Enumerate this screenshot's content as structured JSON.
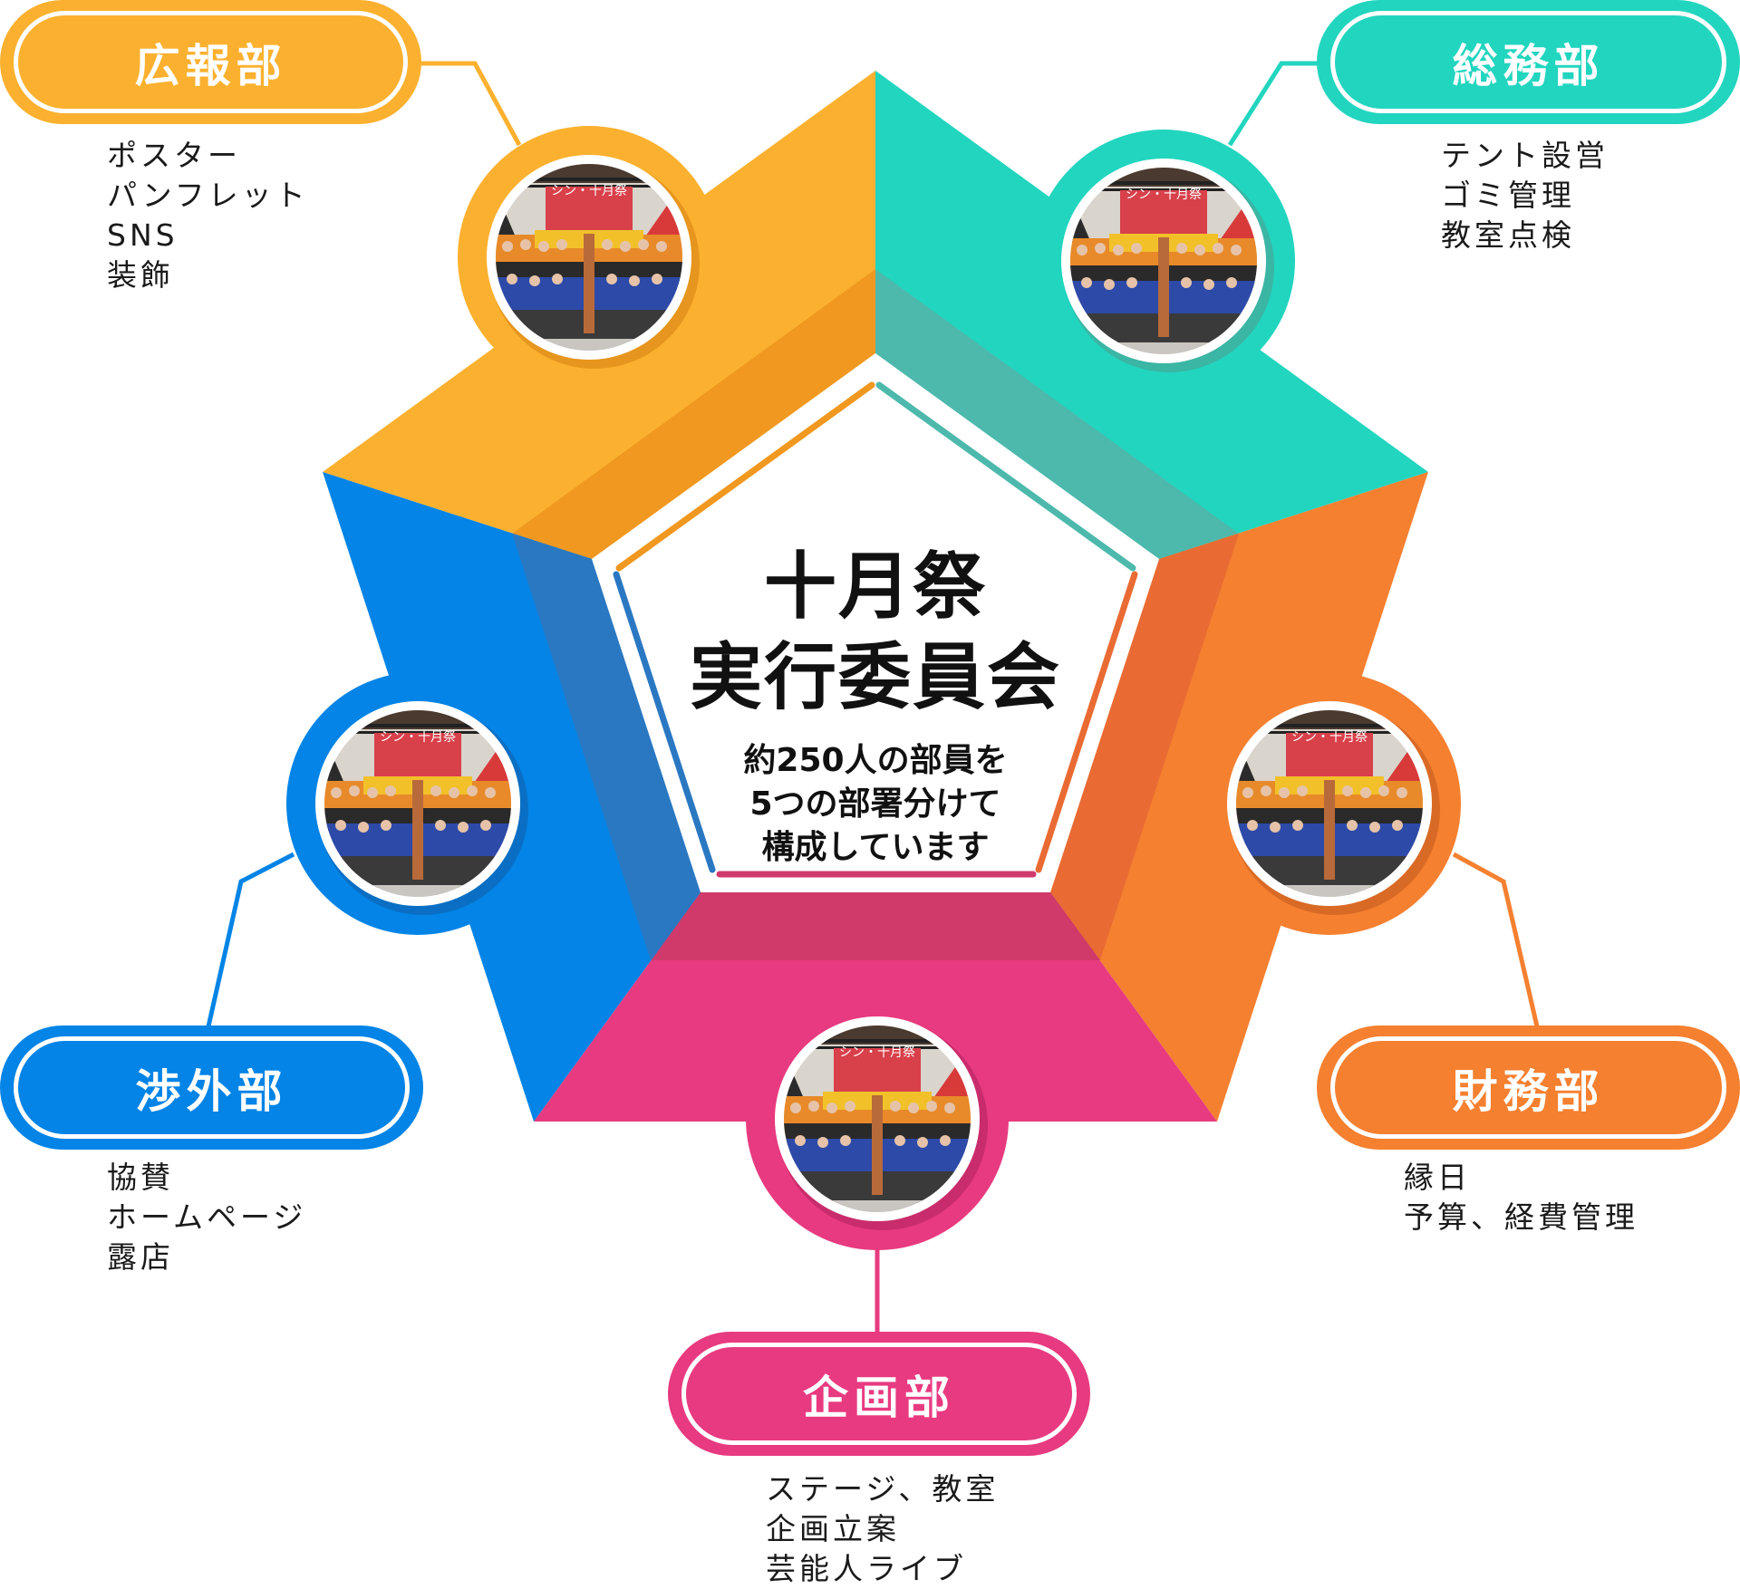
{
  "center": {
    "title_line1": "十月祭",
    "title_line2": "実行委員会",
    "subtitle_lines": [
      "約250人の部員を",
      "5つの部署分けて",
      "構成しています"
    ]
  },
  "departments": [
    {
      "id": "koho",
      "name": "広報部",
      "color": "#FBB12F",
      "dark": "#F0981F",
      "duties": [
        "ポスター",
        "パンフレット",
        "SNS",
        "装飾"
      ],
      "photo_banner": "シン・十月祭"
    },
    {
      "id": "somu",
      "name": "総務部",
      "color": "#22D5BF",
      "dark": "#4DB9AC",
      "duties": [
        "テント設営",
        "ゴミ管理",
        "教室点検"
      ],
      "photo_banner": "シン・十月祭"
    },
    {
      "id": "zaimu",
      "name": "財務部",
      "color": "#F58030",
      "dark": "#E96B33",
      "duties": [
        "縁日",
        "予算、経費管理"
      ],
      "photo_banner": "シン・十月祭"
    },
    {
      "id": "kikaku",
      "name": "企画部",
      "color": "#E83A80",
      "dark": "#CF3A6A",
      "duties": [
        "ステージ、教室",
        "企画立案",
        "芸能人ライブ"
      ],
      "photo_banner": "シン・十月祭"
    },
    {
      "id": "shogai",
      "name": "渉外部",
      "color": "#0384E6",
      "dark": "#2A78C2",
      "duties": [
        "協賛",
        "ホームページ",
        "露店"
      ],
      "photo_banner": "シン・十月祭"
    }
  ]
}
